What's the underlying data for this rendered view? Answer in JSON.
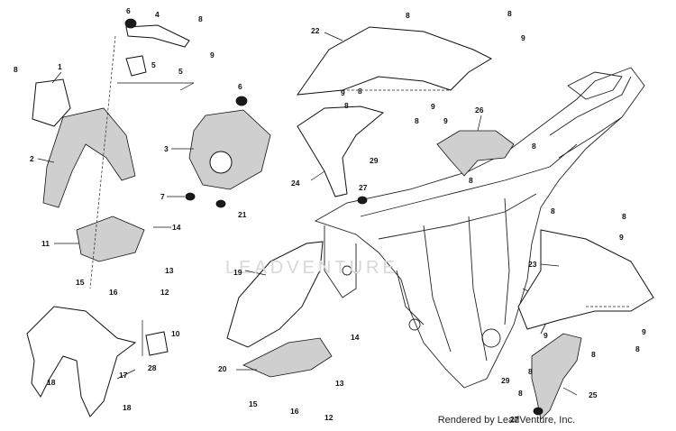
{
  "footer_text": "Rendered by LeadVenture, Inc.",
  "watermark_text": "LEADVENTURE",
  "callouts": [
    "6",
    "4",
    "8",
    "1",
    "8",
    "9",
    "5",
    "5",
    "6",
    "3",
    "2",
    "7",
    "21",
    "11",
    "14",
    "15",
    "16",
    "13",
    "12",
    "10",
    "28",
    "17",
    "18",
    "18",
    "22",
    "8",
    "8",
    "9",
    "9",
    "8",
    "9",
    "8",
    "9",
    "8",
    "26",
    "8",
    "29",
    "24",
    "27",
    "8",
    "8",
    "19",
    "8",
    "9",
    "23",
    "14",
    "20",
    "15",
    "16",
    "13",
    "12",
    "9",
    "8",
    "8",
    "9",
    "8",
    "29",
    "8",
    "25",
    "27"
  ]
}
